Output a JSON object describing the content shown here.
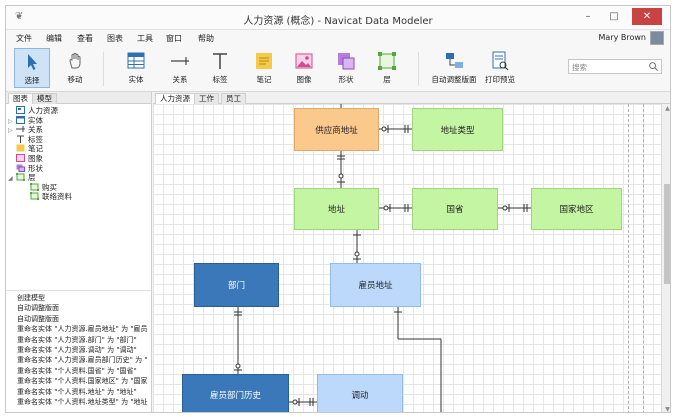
{
  "window": {
    "title": "人力资源 (概念) - Navicat Data Modeler"
  },
  "menu": [
    "文件",
    "编辑",
    "查看",
    "图表",
    "工具",
    "窗口",
    "帮助"
  ],
  "user": {
    "name": "Mary Brown"
  },
  "toolbar": {
    "tools": [
      {
        "label": "选择",
        "icon": "pointer-icon",
        "active": true
      },
      {
        "label": "移动",
        "icon": "hand-icon",
        "active": false
      },
      {
        "label": "实体",
        "icon": "table-icon",
        "active": false
      },
      {
        "label": "关系",
        "icon": "relation-icon",
        "active": false
      },
      {
        "label": "标签",
        "icon": "label-icon",
        "active": false
      },
      {
        "label": "笔记",
        "icon": "note-icon",
        "active": false
      },
      {
        "label": "图像",
        "icon": "image-icon",
        "active": false
      },
      {
        "label": "形状",
        "icon": "shape-icon",
        "active": false
      },
      {
        "label": "层",
        "icon": "layer-icon",
        "active": false
      },
      {
        "label": "自动调整版面",
        "icon": "auto-layout-icon",
        "active": false
      },
      {
        "label": "打印预览",
        "icon": "print-preview-icon",
        "active": false
      }
    ],
    "search_placeholder": "搜索"
  },
  "left_panel": {
    "tabs": [
      "图表",
      "模型"
    ],
    "tree": [
      {
        "label": "人力资源",
        "icon": "diagram-icon",
        "level": 0,
        "expander": ""
      },
      {
        "label": "实体",
        "icon": "table-icon",
        "level": 0,
        "expander": "▷"
      },
      {
        "label": "关系",
        "icon": "relation-icon",
        "level": 0,
        "expander": "▷"
      },
      {
        "label": "标签",
        "icon": "label-icon",
        "level": 0,
        "expander": ""
      },
      {
        "label": "笔记",
        "icon": "note-icon",
        "level": 0,
        "expander": ""
      },
      {
        "label": "图象",
        "icon": "image-icon",
        "level": 0,
        "expander": ""
      },
      {
        "label": "形状",
        "icon": "shape-icon",
        "level": 0,
        "expander": ""
      },
      {
        "label": "层",
        "icon": "layer-icon",
        "level": 0,
        "expander": "◢"
      },
      {
        "label": "购买",
        "icon": "layer-icon",
        "level": 1,
        "expander": ""
      },
      {
        "label": "联络资料",
        "icon": "layer-icon",
        "level": 1,
        "expander": ""
      }
    ],
    "log": [
      "创建模型",
      "自动调整版面",
      "自动调整版面",
      "重命名实体 \"人力资源.雇员地址\" 为 \"雇员",
      "重命名实体 \"人力资源.部门\" 为 \"部门\"",
      "重命名实体 \"人力资源.调动\" 为 \"调动\"",
      "重命名实体 \"人力资源.雇员部门历史\" 为 \"",
      "重命名实体 \"个人资料.国省\" 为 \"国省\"",
      "重命名实体 \"个人资料.国家地区\" 为 \"国家",
      "重命名实体 \"个人资料.地址\" 为 \"地址\"",
      "重命名实体 \"个人资料.地址类型\" 为 \"地址"
    ]
  },
  "canvas": {
    "tabs": [
      "人力资源",
      "工作",
      "员工"
    ],
    "entities": [
      {
        "name": "供应商地址",
        "color": "#fbc98c"
      },
      {
        "name": "地址类型",
        "color": "#c3f5a2"
      },
      {
        "name": "地址",
        "color": "#c3f5a2"
      },
      {
        "name": "国省",
        "color": "#c3f5a2"
      },
      {
        "name": "国家地区",
        "color": "#c3f5a2"
      },
      {
        "name": "部门",
        "color": "#3a78ba"
      },
      {
        "name": "雇员地址",
        "color": "#bcd9fb"
      },
      {
        "name": "雇员部门历史",
        "color": "#3a78ba"
      },
      {
        "name": "调动",
        "color": "#bcd9fb"
      }
    ]
  }
}
